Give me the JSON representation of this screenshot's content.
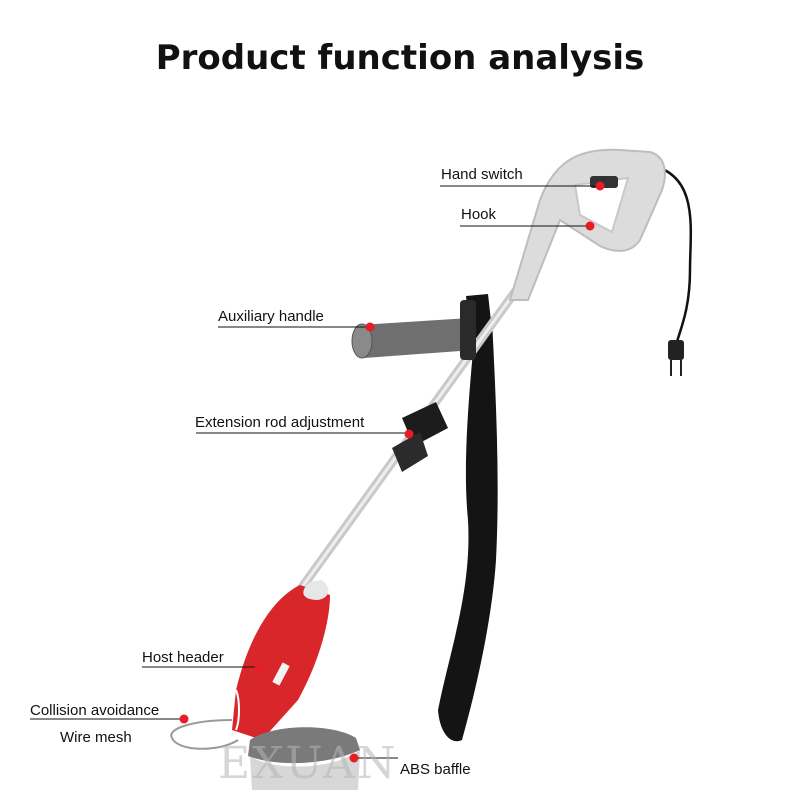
{
  "title": "Product function analysis",
  "labels": {
    "hand_switch": "Hand switch",
    "hook": "Hook",
    "auxiliary_handle": "Auxiliary handle",
    "extension_rod": "Extension rod adjustment",
    "host_header": "Host header",
    "collision_line1": "Collision avoidance",
    "collision_line2": "Wire mesh",
    "abs_baffle": "ABS baffle"
  },
  "watermark": "EXUAN",
  "colors": {
    "marker": "#e81c24",
    "body_red": "#d8262a",
    "handle_grey": "#d9d9d9",
    "strap": "#111111"
  }
}
